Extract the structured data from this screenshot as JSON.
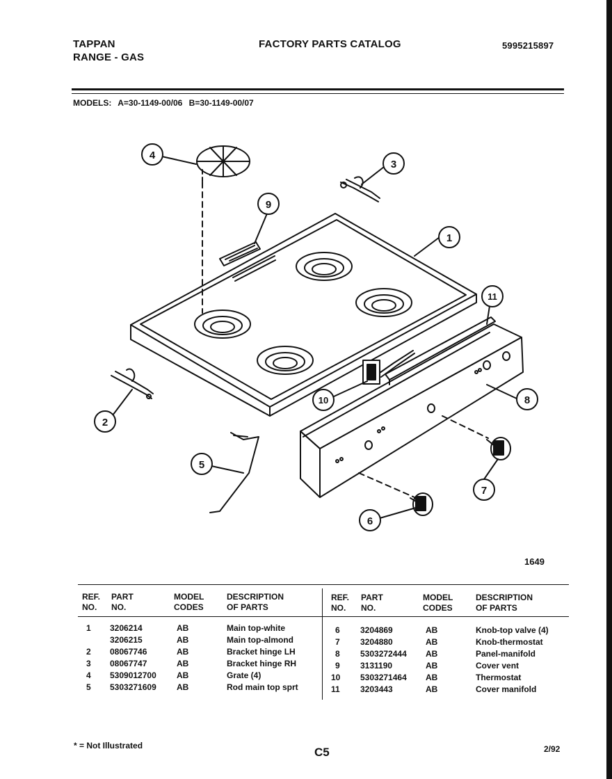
{
  "header": {
    "brand": "TAPPAN",
    "product": "RANGE - GAS",
    "catalog_title": "FACTORY PARTS CATALOG",
    "catalog_number": "5995215897"
  },
  "models": {
    "label": "MODELS:",
    "model_a": "A=30-1149-00/06",
    "model_b": "B=30-1149-00/07"
  },
  "diagram": {
    "figure_number": "1649",
    "callouts": [
      "1",
      "2",
      "3",
      "4",
      "5",
      "6",
      "7",
      "8",
      "9",
      "10",
      "11"
    ]
  },
  "parts_table": {
    "headers": {
      "ref": "REF.\nNO.",
      "part": "PART\nNO.",
      "model": "MODEL\nCODES",
      "desc": "DESCRIPTION\nOF PARTS"
    },
    "left": [
      {
        "ref": "1",
        "part": "3206214",
        "model": "AB",
        "desc": "Main top-white"
      },
      {
        "ref": "",
        "part": "3206215",
        "model": "AB",
        "desc": "Main top-almond"
      },
      {
        "ref": "2",
        "part": "08067746",
        "model": "AB",
        "desc": "Bracket hinge LH"
      },
      {
        "ref": "3",
        "part": "08067747",
        "model": "AB",
        "desc": "Bracket hinge RH"
      },
      {
        "ref": "4",
        "part": "5309012700",
        "model": "AB",
        "desc": "Grate (4)"
      },
      {
        "ref": "5",
        "part": "5303271609",
        "model": "AB",
        "desc": "Rod main top sprt"
      }
    ],
    "right": [
      {
        "ref": "6",
        "part": "3204869",
        "model": "AB",
        "desc": "Knob-top valve (4)"
      },
      {
        "ref": "7",
        "part": "3204880",
        "model": "AB",
        "desc": "Knob-thermostat"
      },
      {
        "ref": "8",
        "part": "5303272444",
        "model": "AB",
        "desc": "Panel-manifold"
      },
      {
        "ref": "9",
        "part": "3131190",
        "model": "AB",
        "desc": "Cover vent"
      },
      {
        "ref": "10",
        "part": "5303271464",
        "model": "AB",
        "desc": "Thermostat"
      },
      {
        "ref": "11",
        "part": "3203443",
        "model": "AB",
        "desc": "Cover manifold"
      }
    ]
  },
  "footer": {
    "note": "* = Not Illustrated",
    "page_code": "C5",
    "date": "2/92"
  }
}
